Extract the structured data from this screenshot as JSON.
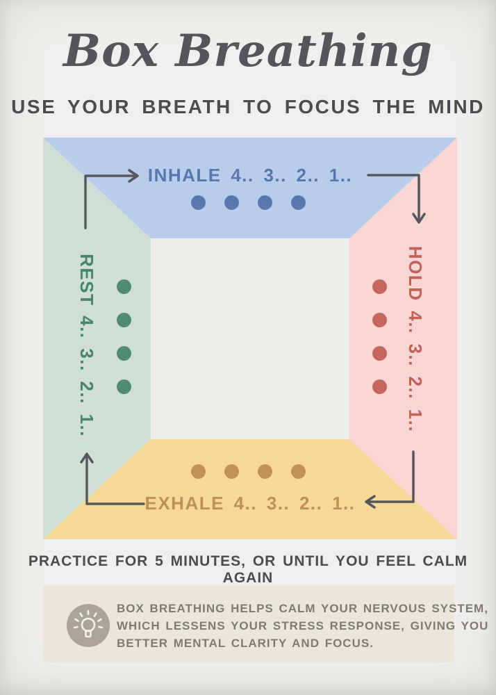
{
  "poster": {
    "title": "Box Breathing",
    "subtitle": "USE YOUR BREATH TO FOCUS THE MIND",
    "practice_note": "PRACTICE FOR 5 MINUTES, OR UNTIL YOU FEEL CALM AGAIN"
  },
  "box": {
    "flow": "clockwise",
    "inner_color": "#efeeeb",
    "arrow_color": "#56575c",
    "sides": {
      "inhale": {
        "position": "top",
        "label": "INHALE 4.. 3.. 2.. 1..",
        "bg": "#b9cdea",
        "fg": "#5678ae",
        "dot_color": "#5678ae",
        "dots": 4,
        "arrow": "right"
      },
      "hold": {
        "position": "right",
        "label": "HOLD 4.. 3.. 2.. 1..",
        "bg": "#f8d6d3",
        "fg": "#c0625a",
        "dot_color": "#c4675d",
        "dots": 4,
        "arrow": "down"
      },
      "exhale": {
        "position": "bottom",
        "label": "EXHALE 4.. 3.. 2.. 1..",
        "bg": "#f6d897",
        "fg": "#bd9355",
        "dot_color": "#bf9456",
        "dots": 4,
        "arrow": "left"
      },
      "rest": {
        "position": "left",
        "label": "REST 4.. 3.. 2.. 1..",
        "bg": "#cfdfd5",
        "fg": "#47856c",
        "dot_color": "#4f8c72",
        "dots": 4,
        "arrow": "up"
      }
    }
  },
  "footer": {
    "icon": "lightbulb-icon",
    "bg": "#e9e6db",
    "icon_bg": "#aba49b",
    "text_color": "#7e7b76",
    "lines": [
      "BOX BREATHING HELPS CALM YOUR NERVOUS SYSTEM,",
      "WHICH LESSENS YOUR STRESS RESPONSE, GIVING YOU",
      "BETTER MENTAL CLARITY AND FOCUS."
    ]
  }
}
